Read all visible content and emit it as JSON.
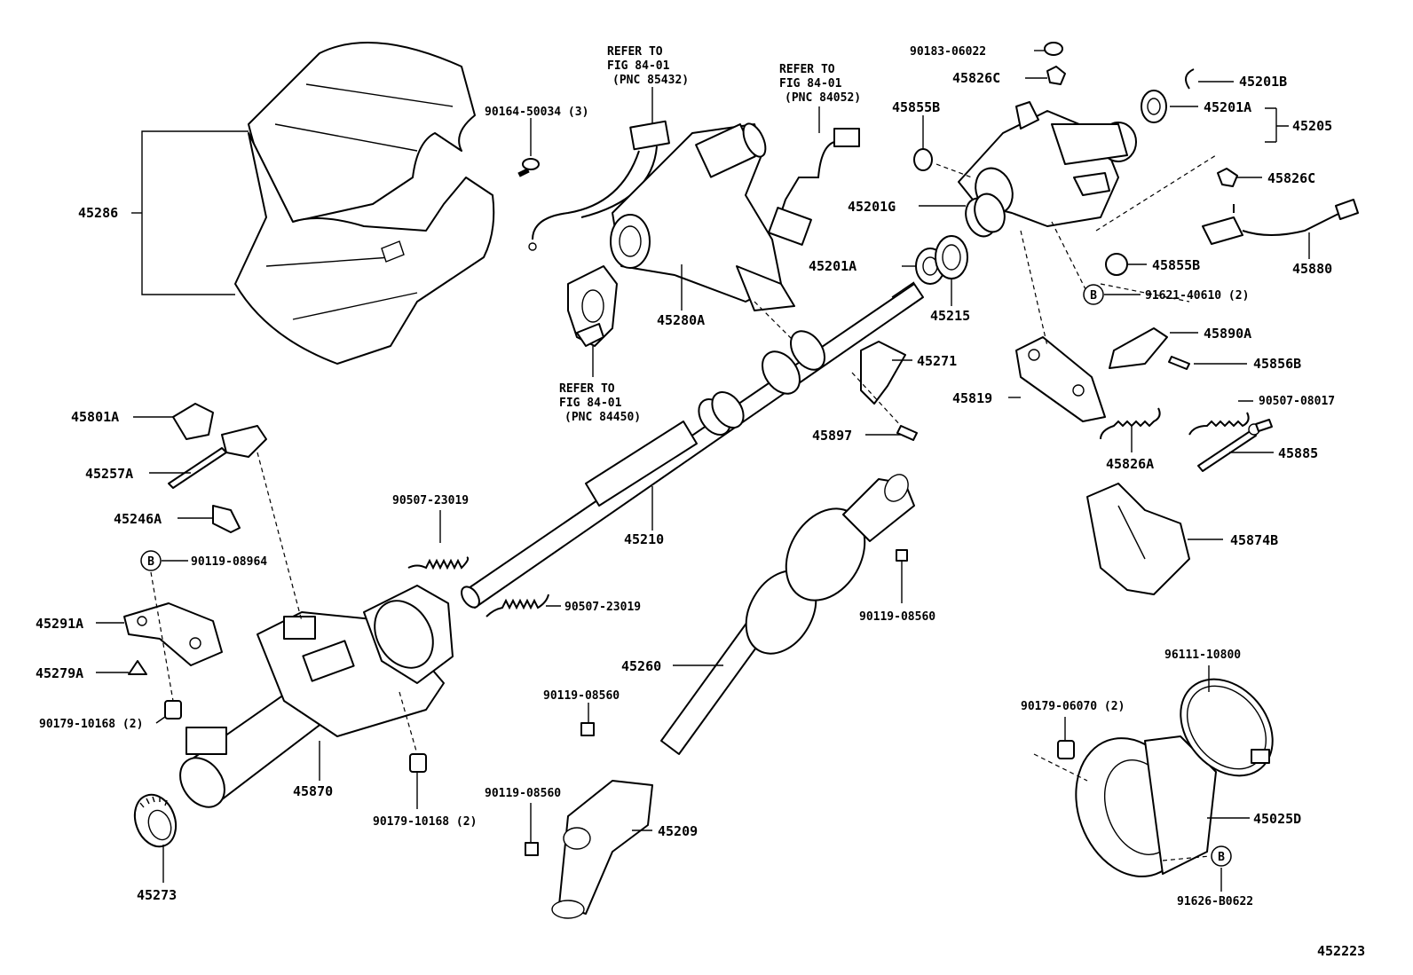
{
  "diagram": {
    "corner_code": "452223",
    "labels": {
      "p45286": "45286",
      "p90164": "90164-50034 (3)",
      "refer1_l1": "REFER TO",
      "refer1_l2": "FIG 84-01",
      "refer1_l3": "(PNC 85432)",
      "refer2_l1": "REFER TO",
      "refer2_l2": "FIG 84-01",
      "refer2_l3": "(PNC 84052)",
      "refer3_l1": "REFER TO",
      "refer3_l2": "FIG 84-01",
      "refer3_l3": "(PNC 84450)",
      "p45280A": "45280A",
      "p90183": "90183-06022",
      "p45826C_top": "45826C",
      "p45201B": "45201B",
      "p45855B_top": "45855B",
      "p45201A_top": "45201A",
      "p45205": "45205",
      "p45826C_right": "45826C",
      "p45201G": "45201G",
      "p45880": "45880",
      "p45201A_mid": "45201A",
      "p45855B_mid": "45855B",
      "p91621": "91621-40610 (2)",
      "p45215": "45215",
      "p45890A": "45890A",
      "p45271": "45271",
      "p45856B": "45856B",
      "p45819": "45819",
      "p90507_08017": "90507-08017",
      "p45801A": "45801A",
      "p45897": "45897",
      "p45885": "45885",
      "p45257A": "45257A",
      "p45826A": "45826A",
      "p90507_a": "90507-23019",
      "p45246A": "45246A",
      "p45210": "45210",
      "p45874B": "45874B",
      "p90119_08964": "90119-08964",
      "p90507_b": "90507-23019",
      "p90119_08560_a": "90119-08560",
      "p45291A": "45291A",
      "p45260": "45260",
      "p96111": "96111-10800",
      "p45279A": "45279A",
      "p90119_08560_b": "90119-08560",
      "p90179_06070": "90179-06070 (2)",
      "p90179_10168_a": "90179-10168 (2)",
      "p45870": "45870",
      "p90119_08560_c": "90119-08560",
      "p45209": "45209",
      "p45025D": "45025D",
      "p90179_10168_b": "90179-10168 (2)",
      "p45273": "45273",
      "p91626": "91626-B0622",
      "b_marker": "B"
    }
  }
}
